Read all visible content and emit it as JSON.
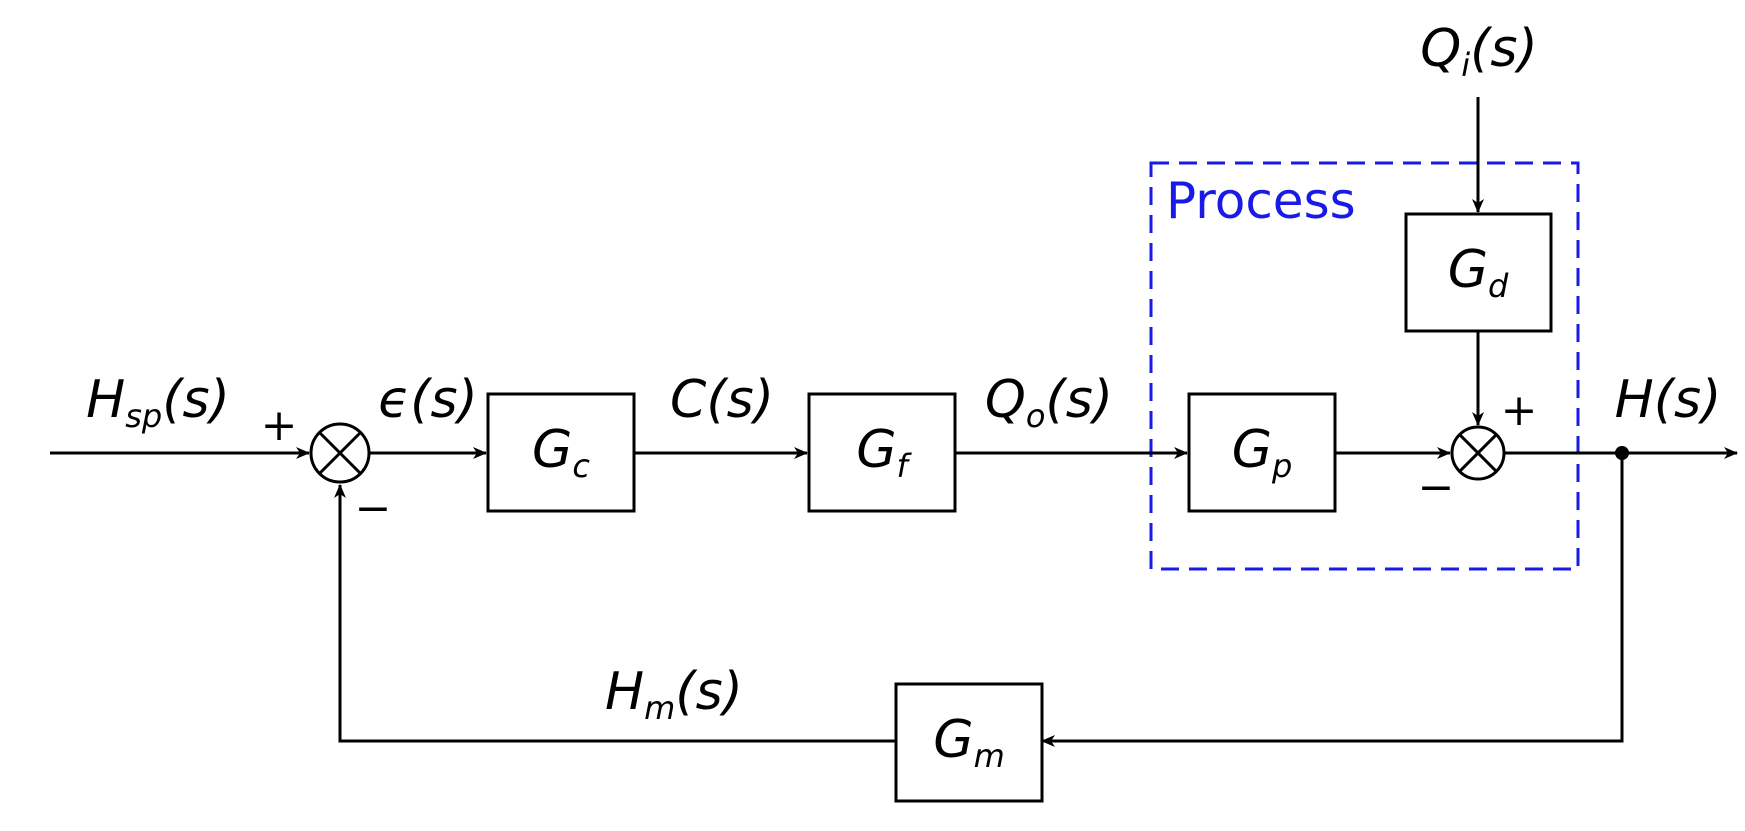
{
  "blocks": {
    "gc": {
      "main": "G",
      "sub": "c"
    },
    "gf": {
      "main": "G",
      "sub": "f"
    },
    "gp": {
      "main": "G",
      "sub": "p"
    },
    "gd": {
      "main": "G",
      "sub": "d"
    },
    "gm": {
      "main": "G",
      "sub": "m"
    }
  },
  "signals": {
    "hsp": {
      "main": "H",
      "sub": "sp",
      "arg": "(s)"
    },
    "eps": {
      "main": "ϵ",
      "arg": "(s)"
    },
    "cs": {
      "main": "C",
      "arg": "(s)"
    },
    "qo": {
      "main": "Q",
      "sub": "o",
      "arg": "(s)"
    },
    "qi": {
      "main": "Q",
      "sub": "i",
      "arg": "(s)"
    },
    "hs": {
      "main": "H",
      "arg": "(s)"
    },
    "hm": {
      "main": "H",
      "sub": "m",
      "arg": "(s)"
    }
  },
  "signs": {
    "sum1_plus": "+",
    "sum1_minus": "−",
    "sum2_plus": "+",
    "sum2_minus": "−"
  },
  "process_label": "Process",
  "colors": {
    "line": "#000000",
    "process": "#1a1ae6"
  }
}
